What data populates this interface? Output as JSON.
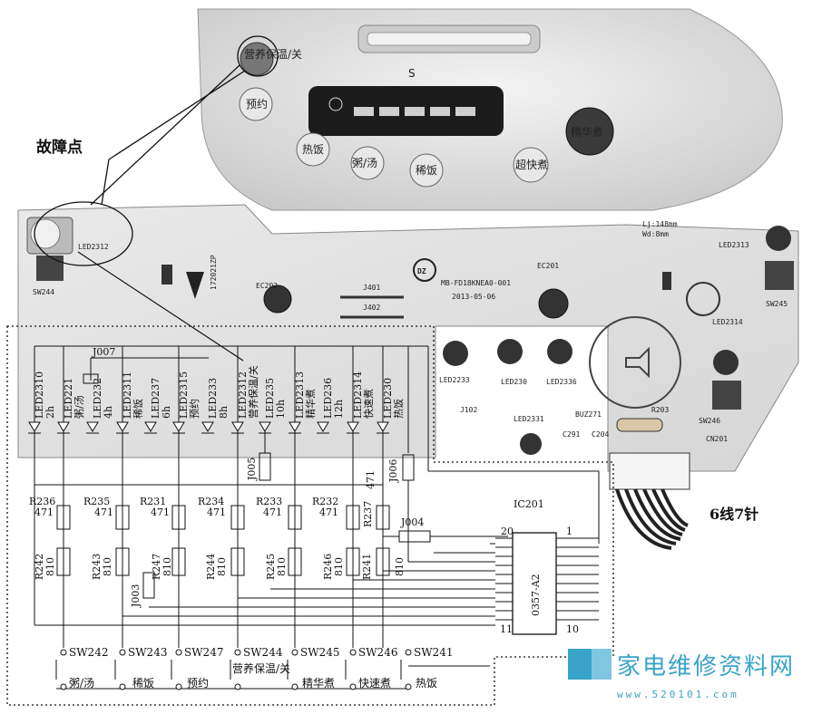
{
  "labels": {
    "fault_point": "故障点",
    "connector": "6线7针"
  },
  "panel": {
    "keys": [
      "营养保温/关",
      "预约",
      "热饭",
      "粥/汤",
      "稀饭",
      "超快煮",
      "精华煮"
    ]
  },
  "pcb": {
    "silkscreen": [
      "LED2312",
      "SW244",
      "EC201",
      "EC202",
      "J401",
      "J402",
      "MB-FD18KNEA0-001",
      "2013-05-06",
      "LED2313",
      "SW245",
      "LED2314",
      "Lj:148mm",
      "Wd:8mm",
      "LED2233",
      "LED230",
      "LED2336",
      "LED2331",
      "J102",
      "BUZ271",
      "R203",
      "C291",
      "C204",
      "SW246",
      "CN201"
    ]
  },
  "schematic": {
    "j007": "J007",
    "leds": [
      {
        "ref": "LED2310",
        "text": "2h"
      },
      {
        "ref": "LED221",
        "text": "粥/汤"
      },
      {
        "ref": "LED232",
        "text": "4h"
      },
      {
        "ref": "LED2311",
        "text": "稀饭"
      },
      {
        "ref": "LED237",
        "text": "6h"
      },
      {
        "ref": "LED2315",
        "text": "预约"
      },
      {
        "ref": "LED233",
        "text": "8h"
      },
      {
        "ref": "LED2312",
        "text": "营养保温/关"
      },
      {
        "ref": "LED235",
        "text": "10h"
      },
      {
        "ref": "LED2313",
        "text": "精华煮"
      },
      {
        "ref": "LED236",
        "text": "12h"
      },
      {
        "ref": "LED2314",
        "text": "快速煮"
      },
      {
        "ref": "LED230",
        "text": "热饭"
      }
    ],
    "resistors_top": [
      {
        "ref": "R236",
        "val": "471"
      },
      {
        "ref": "R235",
        "val": "471"
      },
      {
        "ref": "R231",
        "val": "471"
      },
      {
        "ref": "R234",
        "val": "471"
      },
      {
        "ref": "R233",
        "val": "471"
      },
      {
        "ref": "R232",
        "val": "471"
      },
      {
        "ref": "R237",
        "val": "471"
      }
    ],
    "resistors_bottom": [
      {
        "ref": "R242",
        "val": "810"
      },
      {
        "ref": "R243",
        "val": "810"
      },
      {
        "ref": "R247",
        "val": "810"
      },
      {
        "ref": "R244",
        "val": "810"
      },
      {
        "ref": "R245",
        "val": "810"
      },
      {
        "ref": "R246",
        "val": "810"
      },
      {
        "ref": "R241",
        "val": "810"
      }
    ],
    "jumpers": [
      "J005",
      "J006",
      "J004",
      "J003"
    ],
    "ic": {
      "ref": "IC201",
      "part": "0357-A2",
      "pin_top": "20",
      "pin_right_top": "1",
      "pin_bottom_left": "11",
      "pin_bottom_right": "10"
    },
    "switches": [
      {
        "ref": "SW242",
        "name": "粥/汤"
      },
      {
        "ref": "SW243",
        "name": "稀饭"
      },
      {
        "ref": "SW247",
        "name": "预约"
      },
      {
        "ref": "SW244",
        "name": "营养保温/关"
      },
      {
        "ref": "SW245",
        "name": "精华煮"
      },
      {
        "ref": "SW246",
        "name": "快速煮"
      },
      {
        "ref": "SW241",
        "name": "热饭"
      }
    ]
  },
  "watermark": {
    "site_name": "家电维修资料网",
    "url": "www.520101.com"
  }
}
